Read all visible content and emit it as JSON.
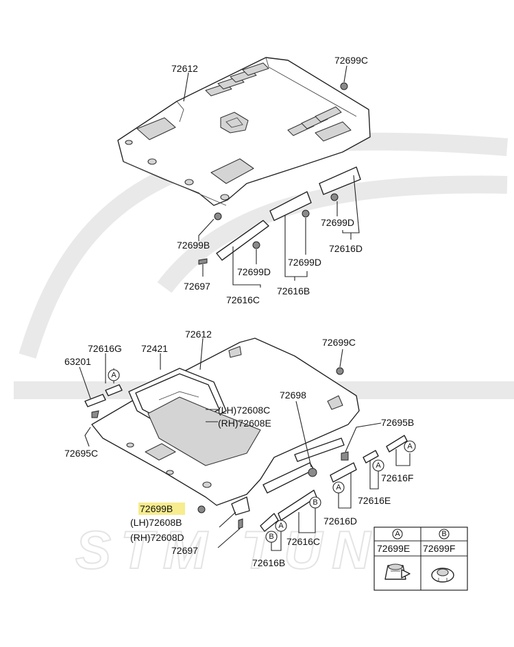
{
  "watermark": {
    "text": "STM TUNE"
  },
  "top_diagram": {
    "labels": {
      "roof_headlining": "72612",
      "clip_c": "72699C",
      "clip_b": "72699B",
      "clip_d1": "72699D",
      "clip_d2": "72699D",
      "clip_d3": "72699D",
      "screw": "72697",
      "pad_c": "72616C",
      "pad_b": "72616B",
      "pad_d": "72616D"
    }
  },
  "bottom_diagram": {
    "labels": {
      "roof_headlining": "72612",
      "clip_c": "72699C",
      "pad_g": "72616G",
      "sunroof_trim": "72421",
      "lamp": "63201",
      "hook_c": "72695C",
      "trim_lh": "(LH)72608C",
      "trim_rh": "(RH)72608E",
      "clip_72698": "72698",
      "hook_b": "72695B",
      "pad_f": "72616F",
      "pad_e": "72616E",
      "pad_d": "72616D",
      "clip_b_highlighted": "72699B",
      "bracket_lh": "(LH)72608B",
      "bracket_rh": "(RH)72608D",
      "screw": "72697",
      "pad_c": "72616C",
      "pad_b": "72616B"
    },
    "callouts": {
      "a": "A",
      "b": "B"
    }
  },
  "legend": {
    "col_a": {
      "callout": "A",
      "part": "72699E"
    },
    "col_b": {
      "callout": "B",
      "part": "72699F"
    }
  },
  "colors": {
    "highlight": "#f7ec8e",
    "line": "#222222"
  }
}
